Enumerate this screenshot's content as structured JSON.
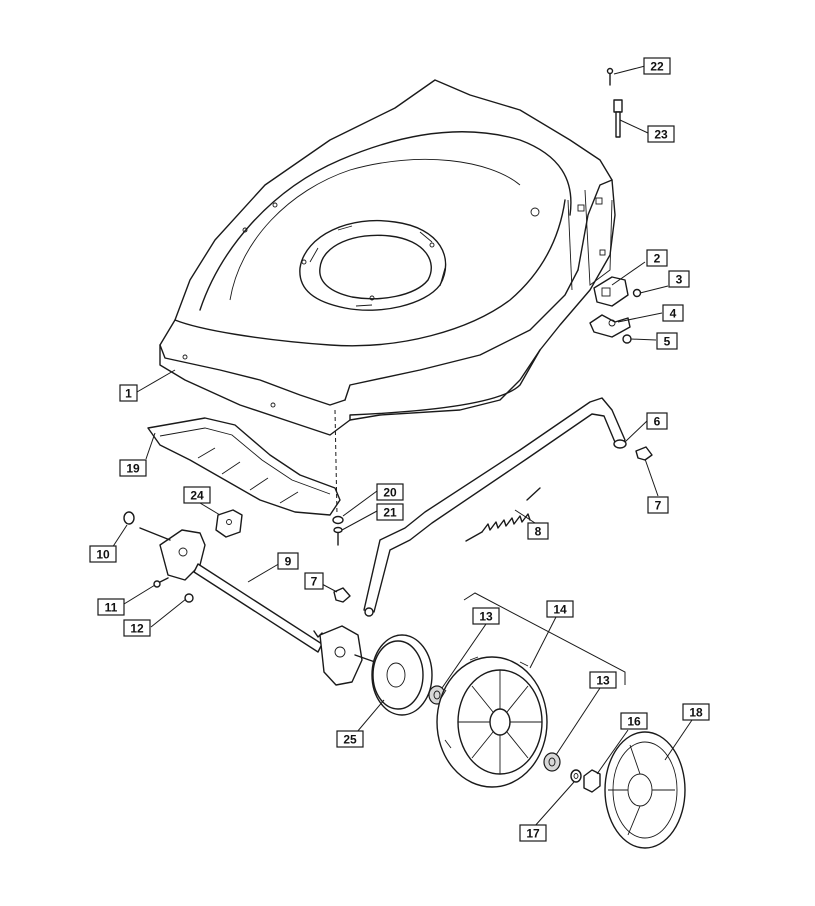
{
  "callouts": [
    {
      "id": "c1",
      "label": "1"
    },
    {
      "id": "c2",
      "label": "2"
    },
    {
      "id": "c3",
      "label": "3"
    },
    {
      "id": "c4",
      "label": "4"
    },
    {
      "id": "c5",
      "label": "5"
    },
    {
      "id": "c6",
      "label": "6"
    },
    {
      "id": "c7a",
      "label": "7"
    },
    {
      "id": "c7b",
      "label": "7"
    },
    {
      "id": "c8",
      "label": "8"
    },
    {
      "id": "c9",
      "label": "9"
    },
    {
      "id": "c10",
      "label": "10"
    },
    {
      "id": "c11",
      "label": "11"
    },
    {
      "id": "c12",
      "label": "12"
    },
    {
      "id": "c13a",
      "label": "13"
    },
    {
      "id": "c13b",
      "label": "13"
    },
    {
      "id": "c14",
      "label": "14"
    },
    {
      "id": "c16",
      "label": "16"
    },
    {
      "id": "c17",
      "label": "17"
    },
    {
      "id": "c18",
      "label": "18"
    },
    {
      "id": "c19",
      "label": "19"
    },
    {
      "id": "c20",
      "label": "20"
    },
    {
      "id": "c21",
      "label": "21"
    },
    {
      "id": "c22",
      "label": "22"
    },
    {
      "id": "c23",
      "label": "23"
    },
    {
      "id": "c24",
      "label": "24"
    },
    {
      "id": "c25",
      "label": "25"
    }
  ]
}
